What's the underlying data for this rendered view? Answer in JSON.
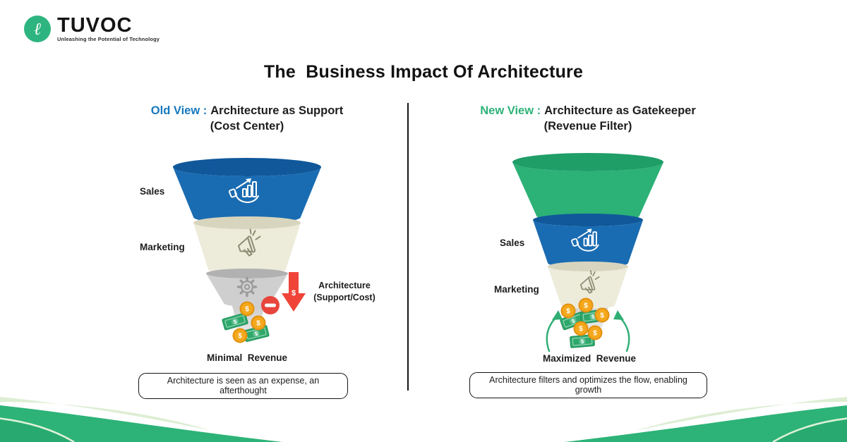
{
  "logo": {
    "brand": "TUVOC",
    "tagline": "Unleashing the Potential of Technology",
    "monogram": "ℓ"
  },
  "title": "The  Business Impact Of Architecture",
  "money_symbol": "$",
  "left_panel": {
    "heading": {
      "prefix": "Old View :",
      "main": "Architecture as Support",
      "sub": "(Cost Center)"
    },
    "labels": {
      "sales": "Sales",
      "marketing": "Marketing"
    },
    "annotation": {
      "line1": "Architecture",
      "line2": "(Support/Cost)"
    },
    "result": "Minimal  Revenue",
    "caption": "Architecture is seen as an expense, an afterthought"
  },
  "right_panel": {
    "heading": {
      "prefix": "New View :",
      "main": "Architecture as Gatekeeper",
      "sub": "(Revenue Filter)"
    },
    "labels": {
      "sales": "Sales",
      "marketing": "Marketing"
    },
    "result": "Maximized  Revenue",
    "caption": "Architecture filters and optimizes the flow, enabling growth"
  },
  "colors": {
    "brand_green": "#2EB278",
    "funnel_blue": "#1A6CB2",
    "funnel_cream": "#EDEBDA",
    "funnel_gray": "#CFCFCF",
    "alert_red": "#EE4136",
    "coin_gold": "#F5A81C",
    "bill_green": "#2FA86B"
  }
}
